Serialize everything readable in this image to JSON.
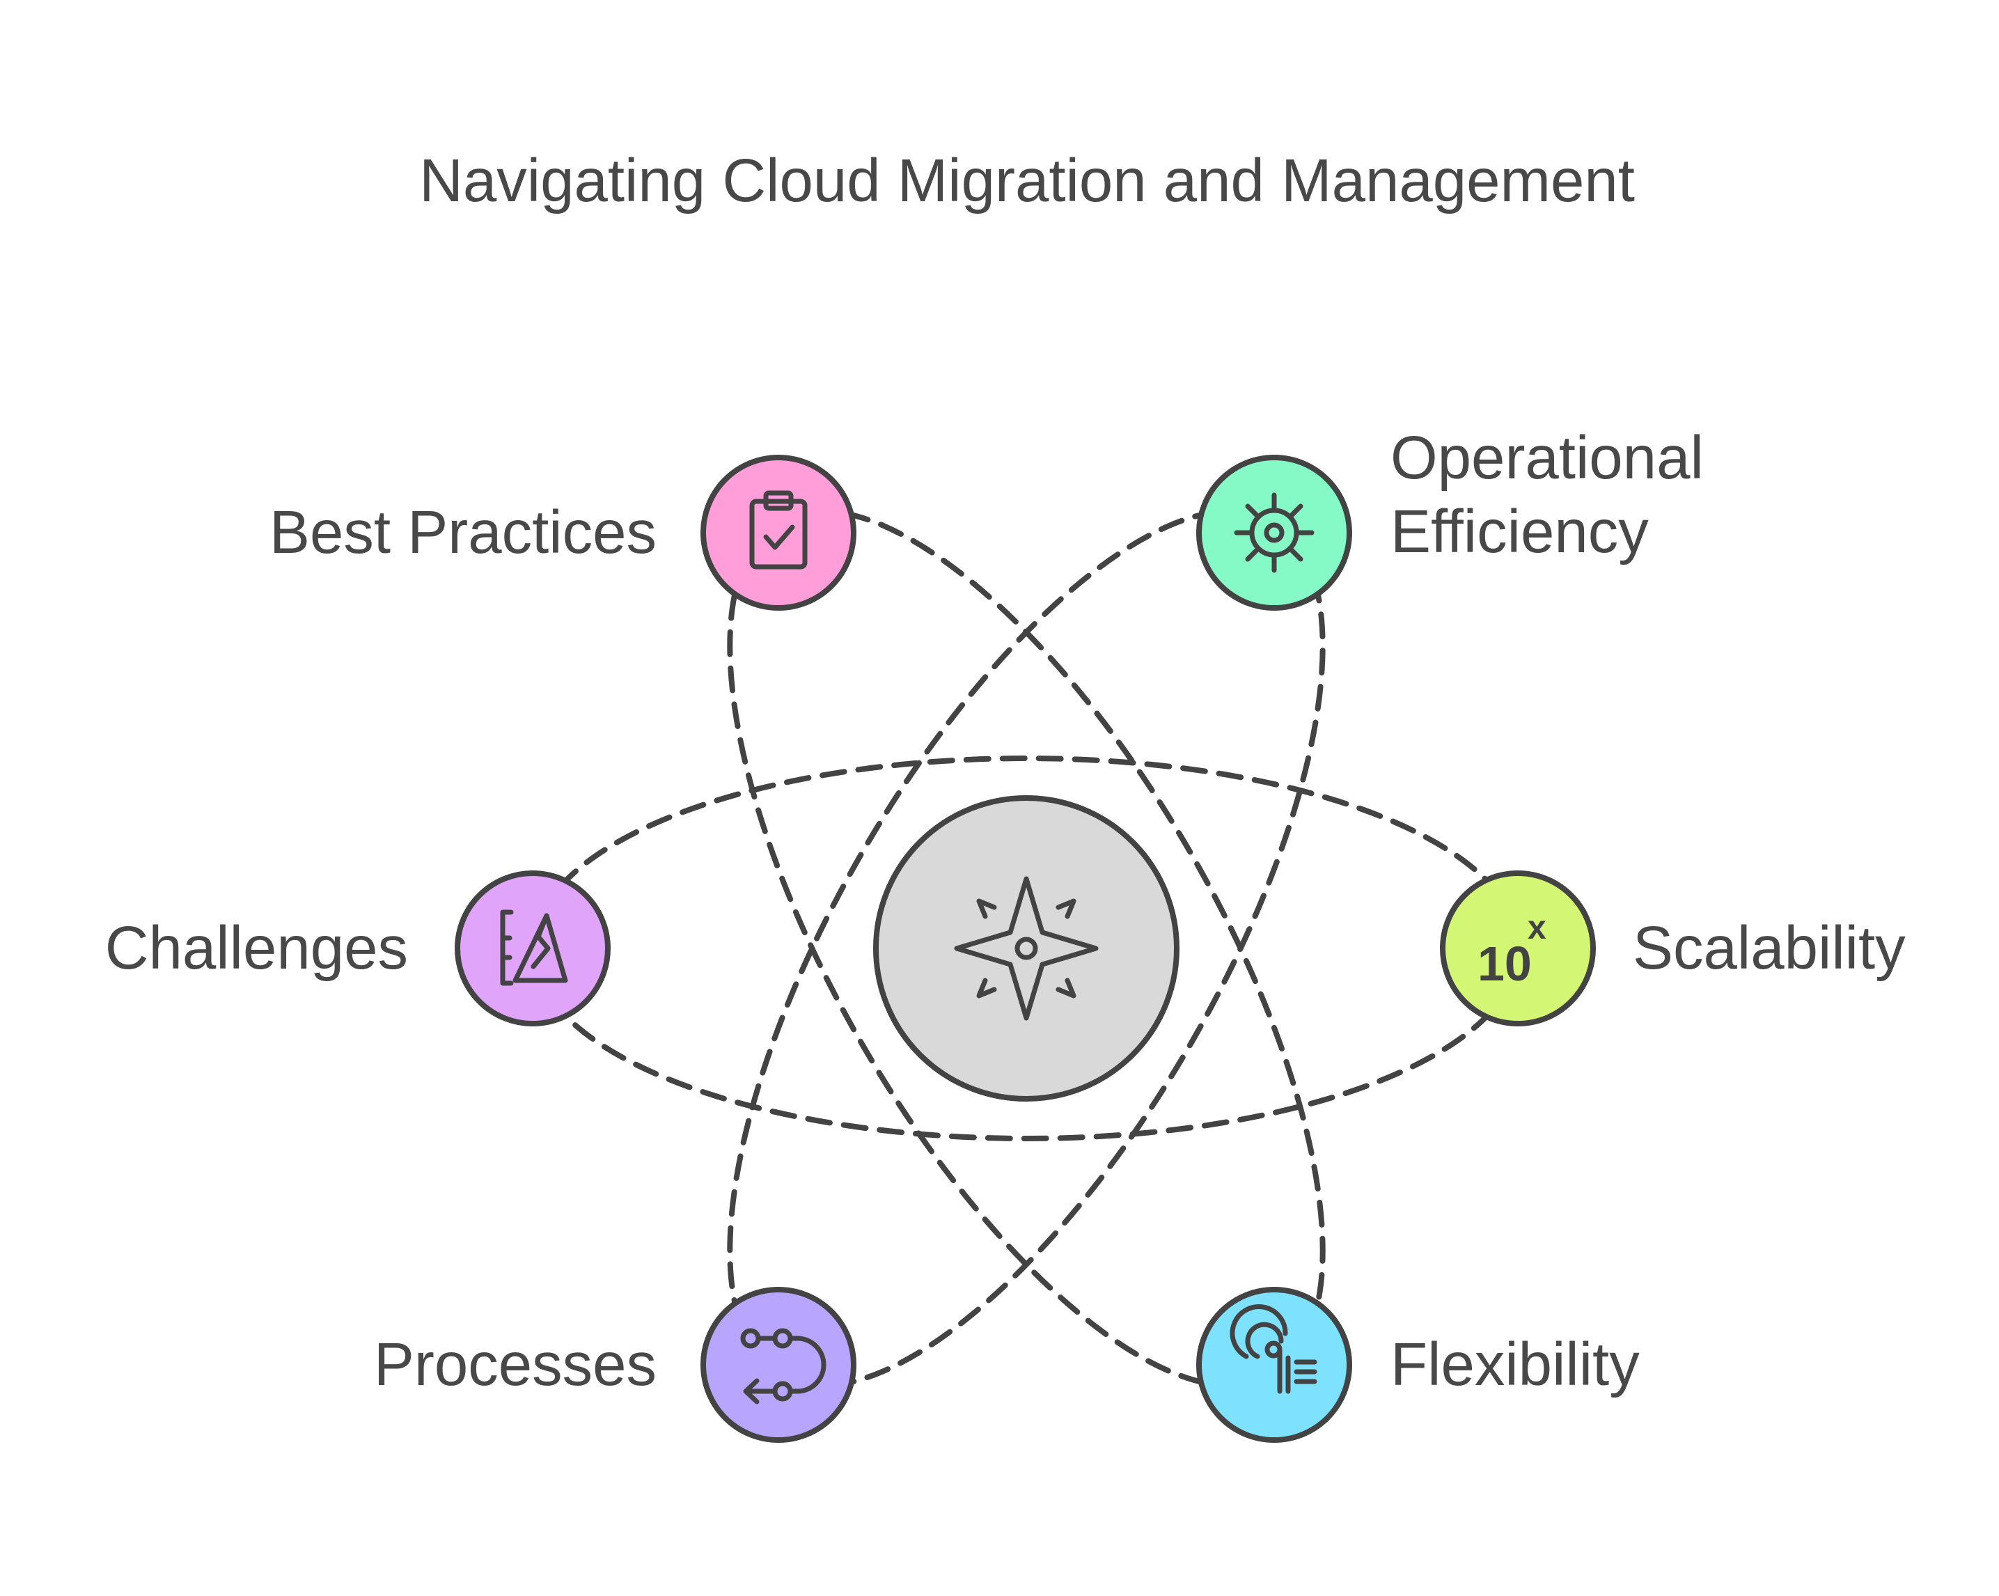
{
  "title": "Navigating Cloud Migration and Management",
  "center": {
    "icon": "compass-icon",
    "fill": "#d9d9d9"
  },
  "nodes": [
    {
      "id": "best-practices",
      "lines": [
        "Best Practices"
      ],
      "icon": "clipboard-check-icon",
      "color": "#ff9ed8"
    },
    {
      "id": "operational-efficiency",
      "lines": [
        "Operational",
        "Efficiency"
      ],
      "icon": "gear-icon",
      "color": "#85f9c6"
    },
    {
      "id": "challenges",
      "lines": [
        "Challenges"
      ],
      "icon": "mountain-icon",
      "color": "#e0a5fb"
    },
    {
      "id": "scalability",
      "lines": [
        "Scalability"
      ],
      "icon": "ten-x-icon",
      "color": "#d3f774"
    },
    {
      "id": "processes",
      "lines": [
        "Processes"
      ],
      "icon": "process-flow-icon",
      "color": "#b8a5fd"
    },
    {
      "id": "flexibility",
      "lines": [
        "Flexibility"
      ],
      "icon": "fingerprint-icon",
      "color": "#7ee1fd"
    }
  ],
  "scalability_icon_text": {
    "base": "10",
    "exp": "x"
  },
  "colors": {
    "stroke": "#434343",
    "text": "#484848"
  }
}
